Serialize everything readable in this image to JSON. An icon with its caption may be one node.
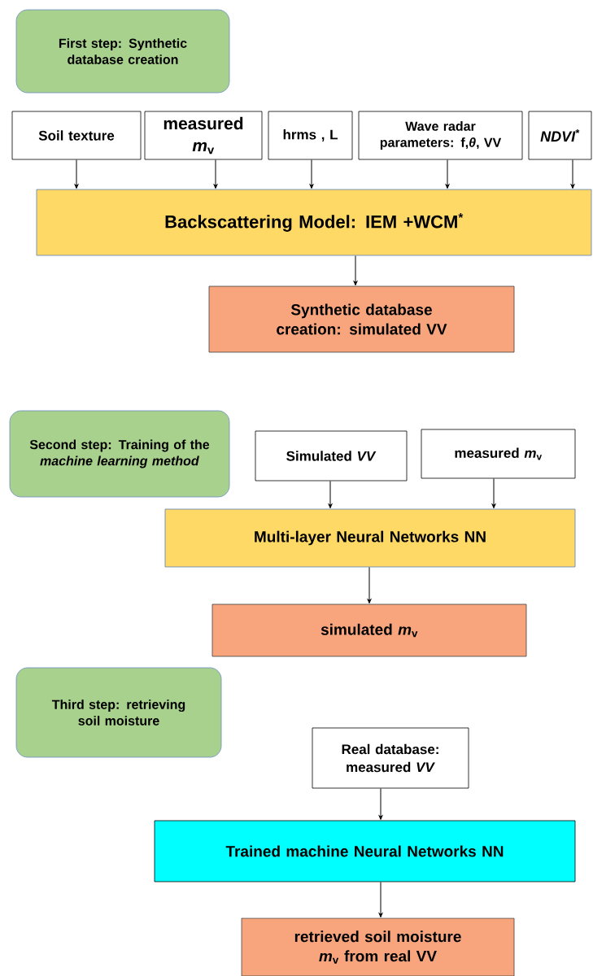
{
  "diagram": {
    "nodes": [
      {
        "text": [
          "First step: Synthetic database creation"
        ]
      },
      {
        "text": [
          "Soil texture"
        ]
      },
      {
        "text": [
          "measured *m*$_{v}$"
        ]
      },
      {
        "text": [
          "hrms , L"
        ]
      },
      {
        "text": [
          "Wave radar parameters: f,*θ*, VV"
        ]
      },
      {
        "text": [
          "*NDVI*$^{*}$"
        ]
      },
      {
        "text": [
          "Backscattering Model: IEM +WCM$^{*}$"
        ]
      },
      {
        "text": [
          "Synthetic database creation: simulated VV"
        ]
      },
      {
        "text": [
          "Second step: Training of the *machine learning method*"
        ]
      },
      {
        "text": [
          "Simulated *VV*"
        ]
      },
      {
        "text": [
          "measured *m*$_{v}$"
        ]
      },
      {
        "text": [
          "Multi-layer Neural Networks NN"
        ]
      },
      {
        "text": [
          "simulated *m*$_{v}$"
        ]
      },
      {
        "text": [
          "Third step: retrieving soil moisture"
        ]
      },
      {
        "text": [
          "Real database: measured *VV*"
        ]
      },
      {
        "text": [
          "Trained machine Neural Networks NN"
        ]
      },
      {
        "text": [
          "retrieved soil moisture *m*$_{v}$ from real VV"
        ]
      }
    ],
    "edges": [
      {
        "from": 1,
        "to": 6,
        "arrow": "to"
      },
      {
        "from": 2,
        "to": 6,
        "arrow": "to"
      },
      {
        "from": 3,
        "to": 6,
        "arrow": "to"
      },
      {
        "from": 4,
        "to": 6,
        "arrow": "to"
      },
      {
        "from": 5,
        "to": 6,
        "arrow": "to"
      },
      {
        "from": 6,
        "to": 7,
        "arrow": "to"
      },
      {
        "from": 9,
        "to": 11,
        "arrow": "to"
      },
      {
        "from": 10,
        "to": 11,
        "arrow": "to"
      },
      {
        "from": 11,
        "to": 12,
        "arrow": "to"
      },
      {
        "from": 14,
        "to": 15,
        "arrow": "to"
      },
      {
        "from": 15,
        "to": 16,
        "arrow": "to"
      }
    ]
  }
}
